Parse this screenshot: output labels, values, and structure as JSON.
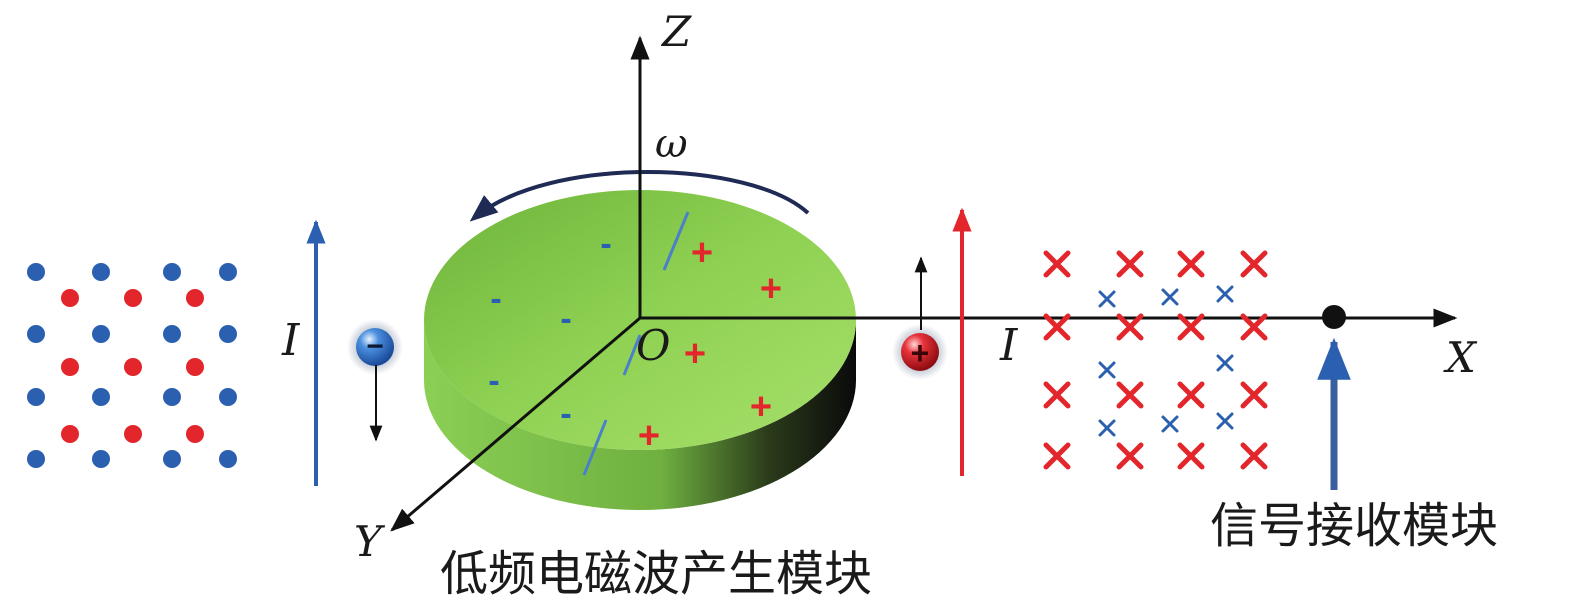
{
  "labels": {
    "axis_z": "Z",
    "axis_x": "X",
    "axis_y": "Y",
    "origin": "O",
    "omega": "ω",
    "current_left": "I",
    "current_right": "I",
    "generator_caption": "低频电磁波产生模块",
    "receiver_caption": "信号接收模块"
  },
  "disk_signs": {
    "minus": "-",
    "plus": "+"
  },
  "particle_signs": {
    "electron": "−",
    "positive": "+"
  },
  "colors": {
    "disk_top": "#8ccf4f",
    "disk_side_dark": "#111111",
    "negative": "#2b5fb0",
    "positive": "#e3262c",
    "axis": "#111111",
    "arc": "#1f2a55"
  },
  "field_symbols": {
    "left_field": "dots",
    "right_field": "crosses"
  }
}
